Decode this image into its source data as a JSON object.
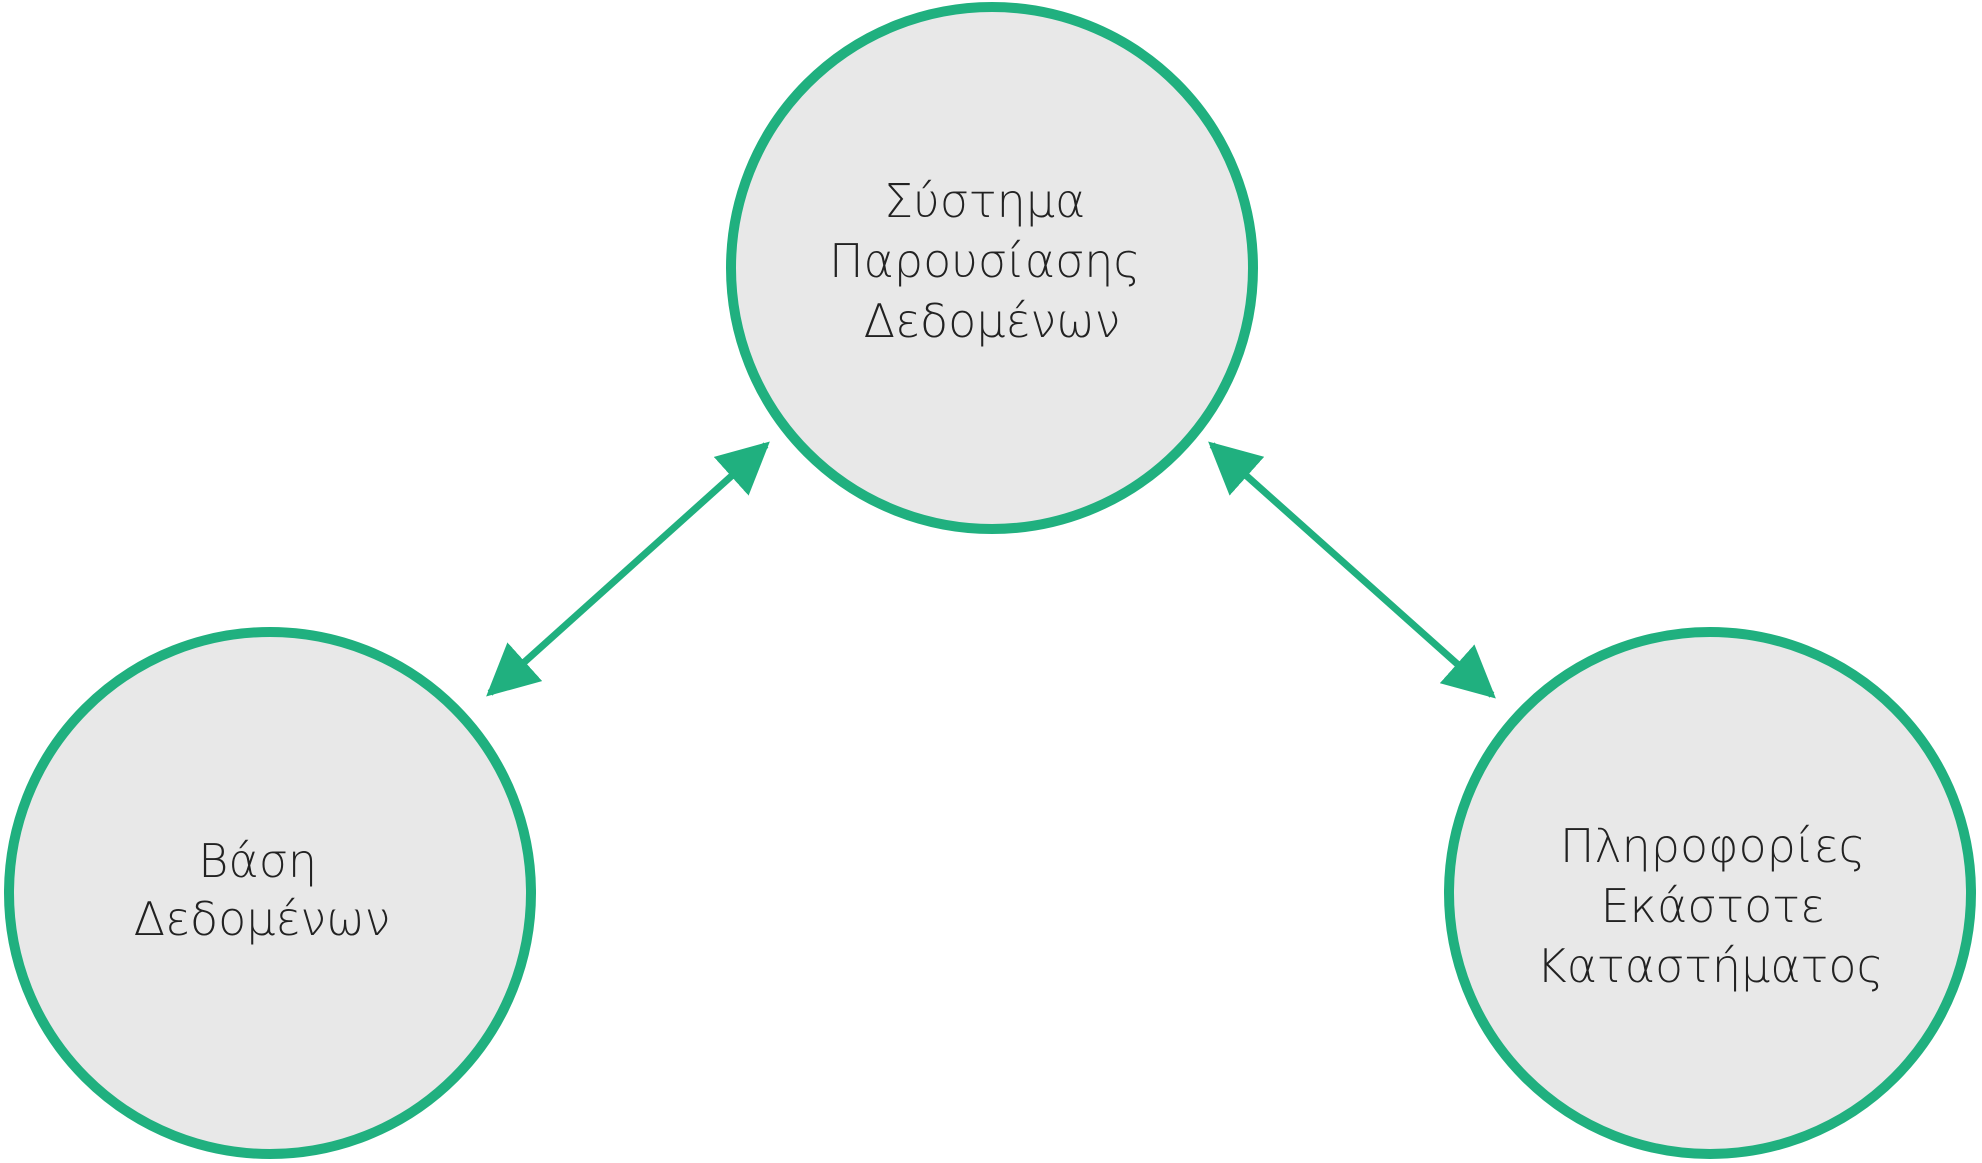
{
  "diagram": {
    "nodes": {
      "top": {
        "lines": [
          "Σύστημα",
          "Παρουσίασης",
          "Δεδομένων"
        ]
      },
      "left": {
        "lines": [
          "Βάση",
          "Δεδομένων"
        ]
      },
      "right": {
        "lines": [
          "Πληροφορίες",
          "Εκάστοτε",
          "Καταστήματος"
        ]
      }
    },
    "edges": [
      {
        "from": "left",
        "to": "top",
        "direction": "bidirectional"
      },
      {
        "from": "top",
        "to": "right",
        "direction": "bidirectional"
      }
    ],
    "colors": {
      "accent": "#20b07f",
      "node_fill": "#e8e8e8",
      "text": "#222222",
      "background": "#ffffff"
    }
  }
}
